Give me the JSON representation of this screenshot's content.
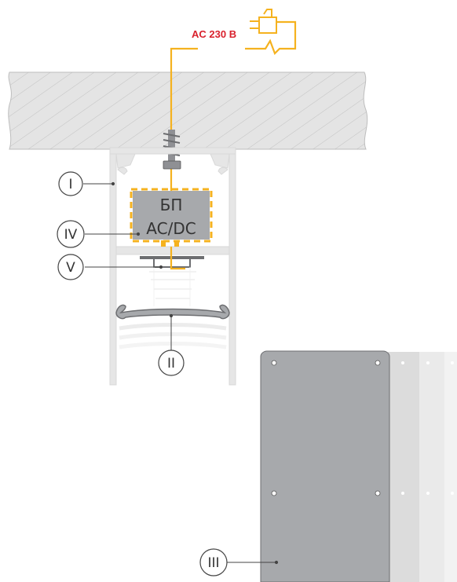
{
  "power": {
    "label": "AC 230 В"
  },
  "psu": {
    "line1": "БП",
    "line2": "AC/DC"
  },
  "callouts": [
    {
      "id": "I",
      "label": "I"
    },
    {
      "id": "II",
      "label": "II"
    },
    {
      "id": "III",
      "label": "III"
    },
    {
      "id": "IV",
      "label": "IV"
    },
    {
      "id": "V",
      "label": "V"
    }
  ],
  "colors": {
    "cable": "#f5b21f",
    "ac_label": "#d9212d",
    "profile": "#e3e3e3",
    "psu_box": "#a7a9ac",
    "end_cap": "#a7a9ac",
    "ceiling_hatch": "#e2e2e2"
  }
}
